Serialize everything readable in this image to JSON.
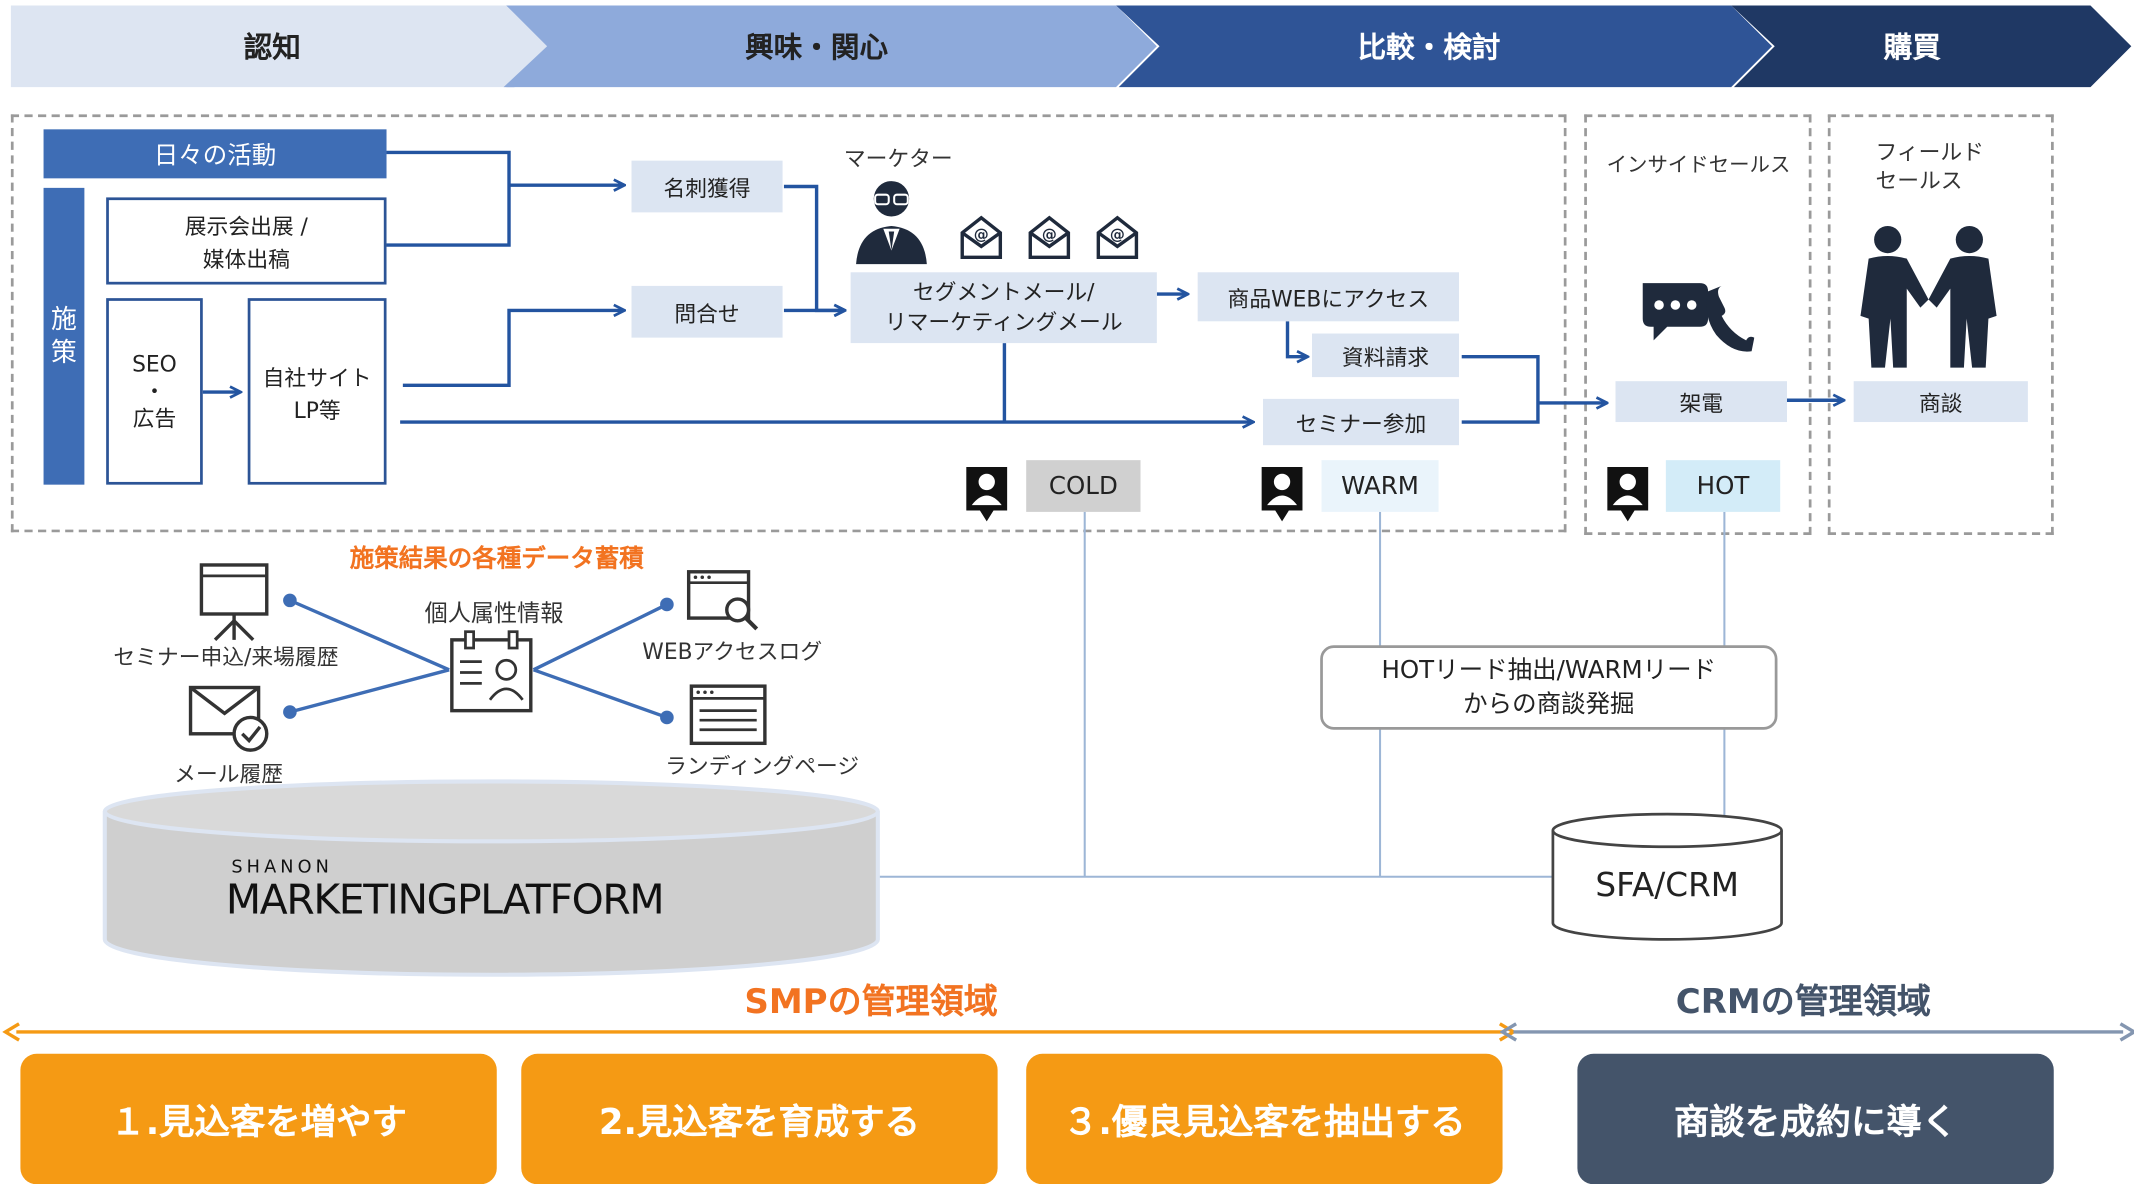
{
  "stages": [
    {
      "label": "認知",
      "color": "#dde5f2"
    },
    {
      "label": "興味・関心",
      "color": "#8eaadb"
    },
    {
      "label": "比較・検討",
      "color": "#2f5496"
    },
    {
      "label": "購買",
      "color": "#1f3864"
    }
  ],
  "left": {
    "daily": "日々の活動",
    "shisaku": "施\n策",
    "tenji": "展示会出展 /\n媒体出稿",
    "seo": "SEO\n・\n広告",
    "site": "自社サイト\nLP等"
  },
  "mid": {
    "meishi": "名刺獲得",
    "toiawase": "問合せ",
    "marketer": "マーケター",
    "segment": "セグメントメール/\nリマーケティングメール",
    "web_access": "商品WEBにアクセス",
    "shiryo": "資料請求",
    "seminar": "セミナー参加"
  },
  "leads": {
    "cold": "COLD",
    "warm": "WARM",
    "hot": "HOT"
  },
  "sales": {
    "inside": "インサイドセールス",
    "field": "フィールド\nセールス",
    "kaden": "架電",
    "shodan": "商談"
  },
  "data_section": {
    "title": "施策結果の各種データ蓄積",
    "center": "個人属性情報",
    "seminar_hist": "セミナー申込/来場履歴",
    "mail_hist": "メール履歴",
    "web_log": "WEBアクセスログ",
    "landing": "ランディングページ"
  },
  "smp_logo": {
    "small": "SHANON",
    "large": "MARKETINGPLATFORM"
  },
  "hot_extract": "HOTリード抽出/WARMリード\nからの商談発掘",
  "sfa": "SFA/CRM",
  "mgmt": {
    "smp": "SMPの管理領域",
    "crm": "CRMの管理領域",
    "smp_color": "#f27321",
    "crm_color": "#44546a"
  },
  "steps": [
    {
      "label": "１.見込客を増やす",
      "color": "#f59a14"
    },
    {
      "label": "2.見込客を育成する",
      "color": "#f59a14"
    },
    {
      "label": "３.優良見込客を抽出する",
      "color": "#f59a14"
    },
    {
      "label": "商談を成約に導く",
      "color": "#44546a"
    }
  ],
  "icons": {
    "marketer": "businessman-icon",
    "mail": "mail-at-icon",
    "phone": "phone-chat-icon",
    "handshake": "handshake-icon",
    "person_tag": "person-tag-icon",
    "board": "presentation-board-icon",
    "mail_check": "mail-check-icon",
    "id_card": "id-card-icon",
    "browser_search": "browser-search-icon",
    "browser_doc": "browser-document-icon",
    "database": "database-icon"
  }
}
